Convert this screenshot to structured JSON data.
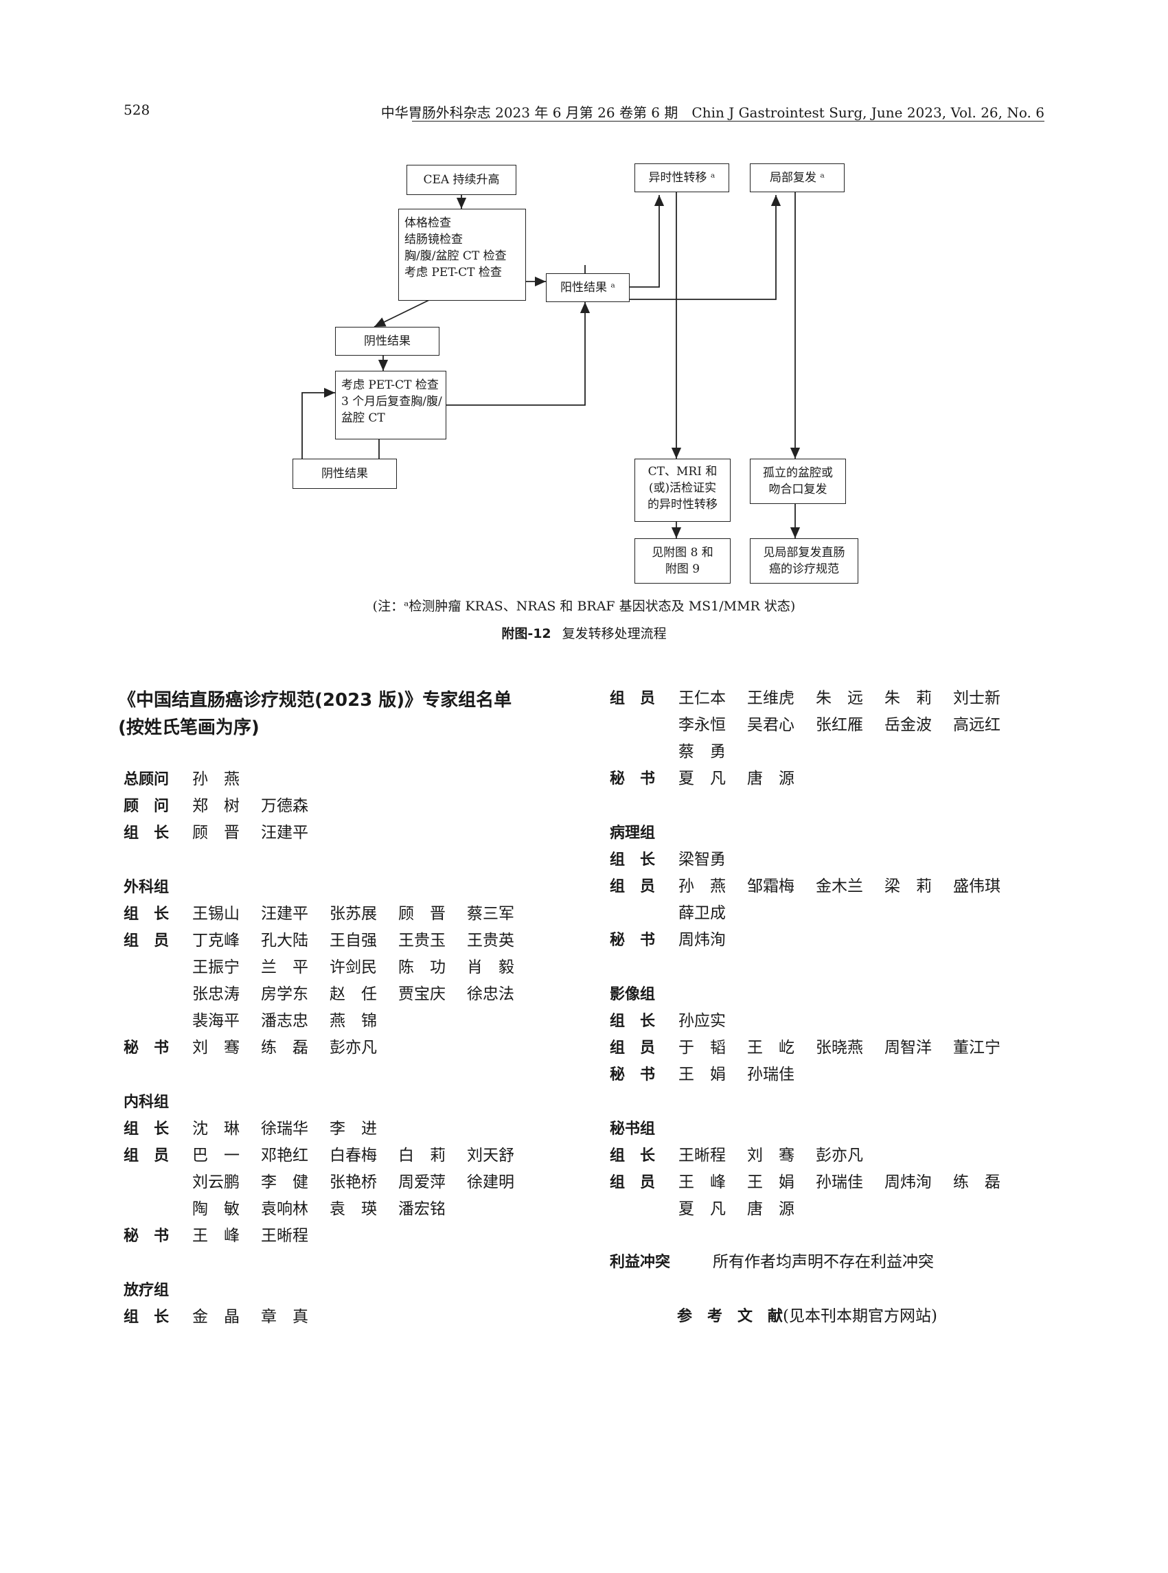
{
  "header": {
    "page_number": "528",
    "journal": "中华胃肠外科杂志 2023 年 6 月第 26 卷第 6 期　Chin J Gastrointest Surg, June 2023, Vol. 26, No. 6"
  },
  "flowchart": {
    "cea": "CEA 持续升高",
    "exam_lines": [
      "体格检查",
      "结肠镜检查",
      "胸/腹/盆腔 CT 检查",
      "考虑 PET-CT 检查"
    ],
    "negative1": "阴性结果",
    "petct_lines": [
      "考虑 PET-CT 检查",
      "3 个月后复查胸/腹/",
      "盆腔 CT"
    ],
    "negative2": "阴性结果",
    "positive": "阳性结果 ᵃ",
    "metastasis": "异时性转移 ᵃ",
    "local_recur": "局部复发 ᵃ",
    "confirm_lines": [
      "CT、MRI 和",
      "(或)活检证实",
      "的异时性转移"
    ],
    "see_fig_lines": [
      "见附图 8 和",
      "附图 9"
    ],
    "isolated_lines": [
      "孤立的盆腔或",
      "吻合口复发"
    ],
    "see_local_lines": [
      "见局部复发直肠",
      "癌的诊疗规范"
    ]
  },
  "figure": {
    "note": "(注：ᵃ检测肿瘤 KRAS、NRAS 和 BRAF 基因状态及 MS1/MMR 状态)",
    "label": "附图-12",
    "title": "复发转移处理流程"
  },
  "list_title": [
    "《中国结直肠癌诊疗规范(2023 版)》专家组名单",
    "(按姓氏笔画为序)"
  ],
  "left_sections": [
    {
      "title": "",
      "rows": [
        {
          "role": "总顾问",
          "names": [
            "孙　燕"
          ]
        },
        {
          "role": "顾　问",
          "names": [
            "郑　树",
            "万德森"
          ]
        },
        {
          "role": "组　长",
          "names": [
            "顾　晋",
            "汪建平"
          ]
        }
      ]
    },
    {
      "title": "外科组",
      "rows": [
        {
          "role": "组　长",
          "names": [
            "王锡山",
            "汪建平",
            "张苏展",
            "顾　晋",
            "蔡三军"
          ]
        },
        {
          "role": "组　员",
          "names": [
            "丁克峰",
            "孔大陆",
            "王自强",
            "王贵玉",
            "王贵英",
            "王振宁",
            "兰　平",
            "许剑民",
            "陈　功",
            "肖　毅",
            "张忠涛",
            "房学东",
            "赵　任",
            "贾宝庆",
            "徐忠法",
            "裴海平",
            "潘志忠",
            "燕　锦"
          ]
        },
        {
          "role": "秘　书",
          "names": [
            "刘　骞",
            "练　磊",
            "彭亦凡"
          ]
        }
      ]
    },
    {
      "title": "内科组",
      "rows": [
        {
          "role": "组　长",
          "names": [
            "沈　琳",
            "徐瑞华",
            "李　进"
          ]
        },
        {
          "role": "组　员",
          "names": [
            "巴　一",
            "邓艳红",
            "白春梅",
            "白　莉",
            "刘天舒",
            "刘云鹏",
            "李　健",
            "张艳桥",
            "周爱萍",
            "徐建明",
            "陶　敏",
            "袁响林",
            "袁　瑛",
            "潘宏铭"
          ]
        },
        {
          "role": "秘　书",
          "names": [
            "王　峰",
            "王晰程"
          ]
        }
      ]
    },
    {
      "title": "放疗组",
      "rows": [
        {
          "role": "组　长",
          "names": [
            "金　晶",
            "章　真"
          ]
        }
      ]
    }
  ],
  "right_sections": [
    {
      "title": "",
      "rows": [
        {
          "role": "组　员",
          "names": [
            "王仁本",
            "王维虎",
            "朱　远",
            "朱　莉",
            "刘士新",
            "李永恒",
            "吴君心",
            "张红雁",
            "岳金波",
            "高远红",
            "蔡　勇"
          ]
        },
        {
          "role": "秘　书",
          "names": [
            "夏　凡",
            "唐　源"
          ]
        }
      ]
    },
    {
      "title": "病理组",
      "rows": [
        {
          "role": "组　长",
          "names": [
            "梁智勇"
          ]
        },
        {
          "role": "组　员",
          "names": [
            "孙　燕",
            "邹霜梅",
            "金木兰",
            "梁　莉",
            "盛伟琪",
            "薛卫成"
          ]
        },
        {
          "role": "秘　书",
          "names": [
            "周炜洵"
          ]
        }
      ]
    },
    {
      "title": "影像组",
      "rows": [
        {
          "role": "组　长",
          "names": [
            "孙应实"
          ]
        },
        {
          "role": "组　员",
          "names": [
            "于　韬",
            "王　屹",
            "张晓燕",
            "周智洋",
            "董江宁"
          ]
        },
        {
          "role": "秘　书",
          "names": [
            "王　娟",
            "孙瑞佳"
          ]
        }
      ]
    },
    {
      "title": "秘书组",
      "rows": [
        {
          "role": "组　长",
          "names": [
            "王晰程",
            "刘　骞",
            "彭亦凡"
          ]
        },
        {
          "role": "组　员",
          "names": [
            "王　峰",
            "王　娟",
            "孙瑞佳",
            "周炜洵",
            "练　磊",
            "夏　凡",
            "唐　源"
          ]
        }
      ]
    }
  ],
  "conflict": {
    "label": "利益冲突",
    "text": "所有作者均声明不存在利益冲突"
  },
  "references": {
    "label": "参　考　文　献",
    "text": "(见本刊本期官方网站)"
  }
}
